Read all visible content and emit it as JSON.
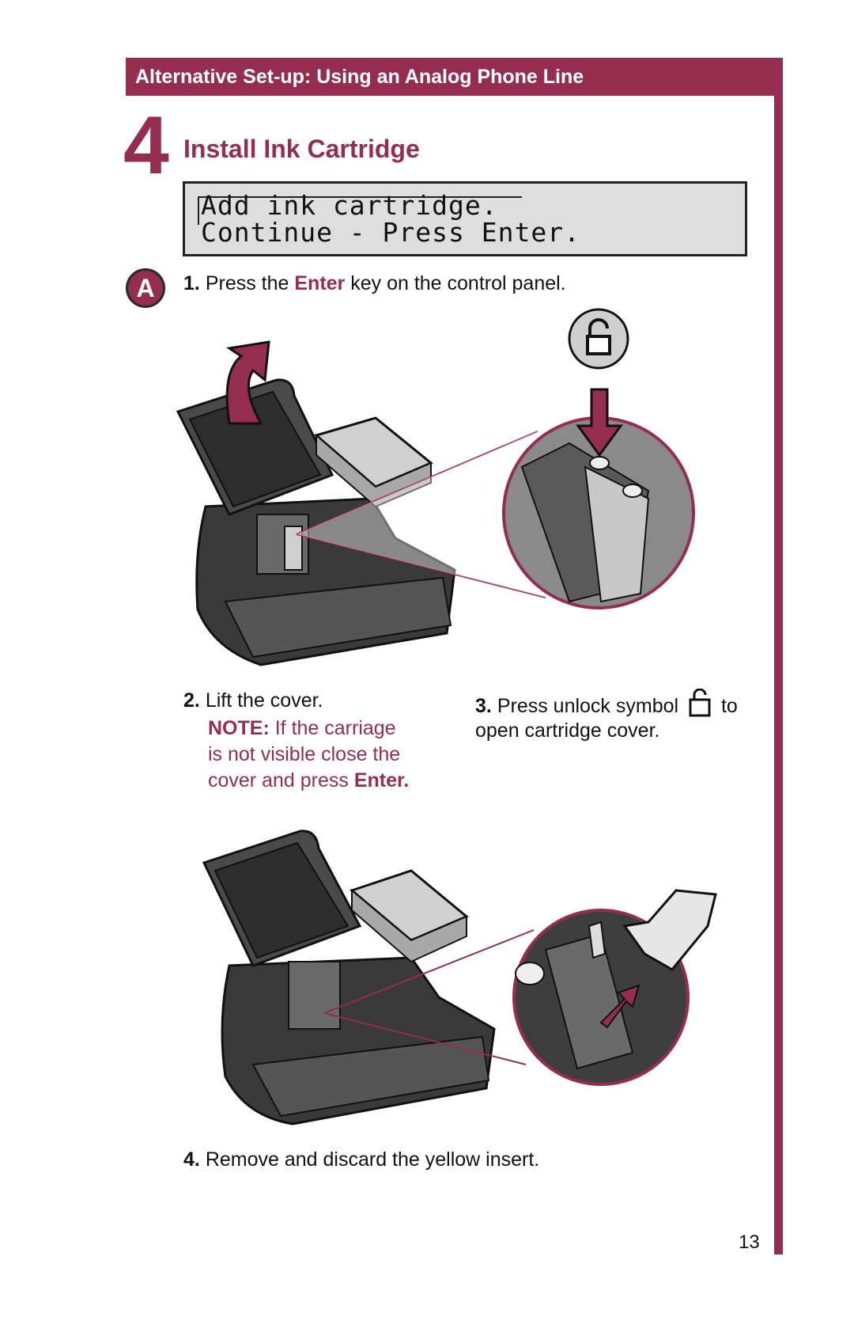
{
  "header": {
    "title": "Alternative Set-up: Using an Analog Phone Line"
  },
  "step": {
    "number": "4",
    "title": "Install Ink Cartridge"
  },
  "lcd": {
    "line1": "Add ink cartridge.",
    "line2": "Continue - Press Enter."
  },
  "badge": "A",
  "instructions": [
    {
      "num": "1.",
      "pre": "Press the ",
      "highlight": "Enter",
      "post": " key on the control panel."
    },
    {
      "num": "2.",
      "text": "Lift the cover."
    },
    {
      "num": "3.",
      "pre": "Press unlock symbol",
      "post": " to",
      "line2": "open cartridge cover."
    },
    {
      "num": "4.",
      "text": "Remove and discard the yellow insert."
    }
  ],
  "note": {
    "label": "NOTE:",
    "text1": " If the carriage",
    "text2": "is not visible close the",
    "text3": "cover and press ",
    "enter": "Enter."
  },
  "page_number": "13",
  "icons": [
    "unlock-icon",
    "arrow-lift-icon",
    "arrow-down-icon",
    "arrow-insert-icon"
  ],
  "colors": {
    "accent": "#952d4e",
    "printer_dark": "#3a3a3a",
    "printer_mid": "#6a6a6a",
    "lcd_bg": "#dedede"
  }
}
